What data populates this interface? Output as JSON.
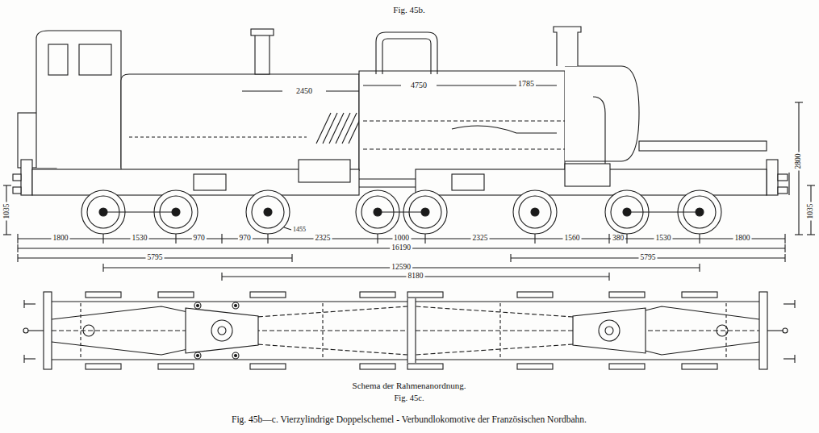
{
  "diagram": {
    "title": "Fig. 45b.",
    "caption": "Fig. 45b—c. Vierzylindrige Doppelschemel - Verbundlokomotive der Französischen Nordbahn.",
    "labels": [
      "2450",
      "4750",
      "1785",
      "2800",
      "1035",
      "1035",
      "1455",
      "1800",
      "1530",
      "970",
      "970",
      "2325",
      "1000",
      "2325",
      "1560",
      "380",
      "1530",
      "1800",
      "16190",
      "5795",
      "5795",
      "12590",
      "8180",
      "Schema der Rahmenanordnung.",
      "Fig. 45c."
    ]
  }
}
